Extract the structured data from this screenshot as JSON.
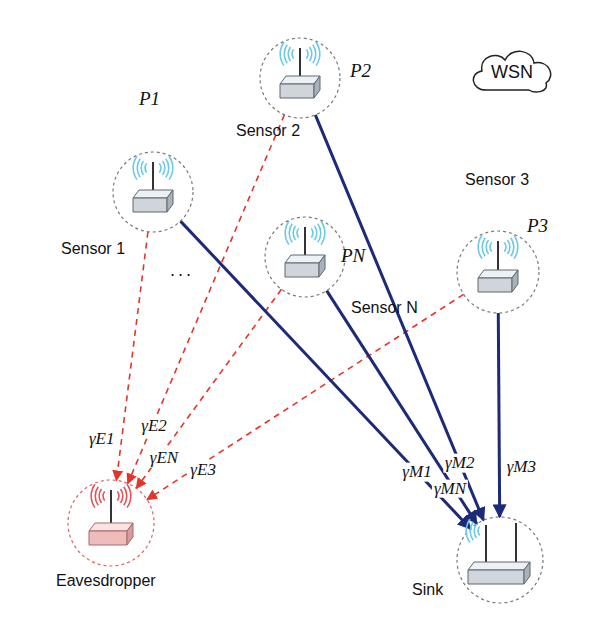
{
  "diagram": {
    "nodes": [
      {
        "text": [
          "Sensor 2",
          "P2"
        ]
      },
      {
        "text": [
          "WSN"
        ]
      },
      {
        "text": [
          "Sensor 1",
          "P1"
        ]
      },
      {
        "text": [
          "Sensor 3",
          "P3"
        ]
      },
      {
        "text": [
          "Sensor N",
          "PN"
        ]
      },
      {
        "text": [
          "Eavesdropper"
        ]
      },
      {
        "text": [
          "Sink"
        ]
      }
    ],
    "edges": [
      {
        "from": 2,
        "to": 5,
        "arrow": "to",
        "label": "γE1"
      },
      {
        "from": 0,
        "to": 5,
        "arrow": "to",
        "label": "γE2"
      },
      {
        "from": 4,
        "to": 5,
        "arrow": "to",
        "label": "γEN"
      },
      {
        "from": 3,
        "to": 5,
        "arrow": "to",
        "label": "γE3"
      },
      {
        "from": 2,
        "to": 6,
        "arrow": "to",
        "label": "γM1"
      },
      {
        "from": 4,
        "to": 6,
        "arrow": "to",
        "label": "γMN"
      },
      {
        "from": 0,
        "to": 6,
        "arrow": "to",
        "label": "γM2"
      },
      {
        "from": 3,
        "to": 6,
        "arrow": "to",
        "label": "γM3"
      }
    ],
    "labels": [
      "..."
    ]
  }
}
